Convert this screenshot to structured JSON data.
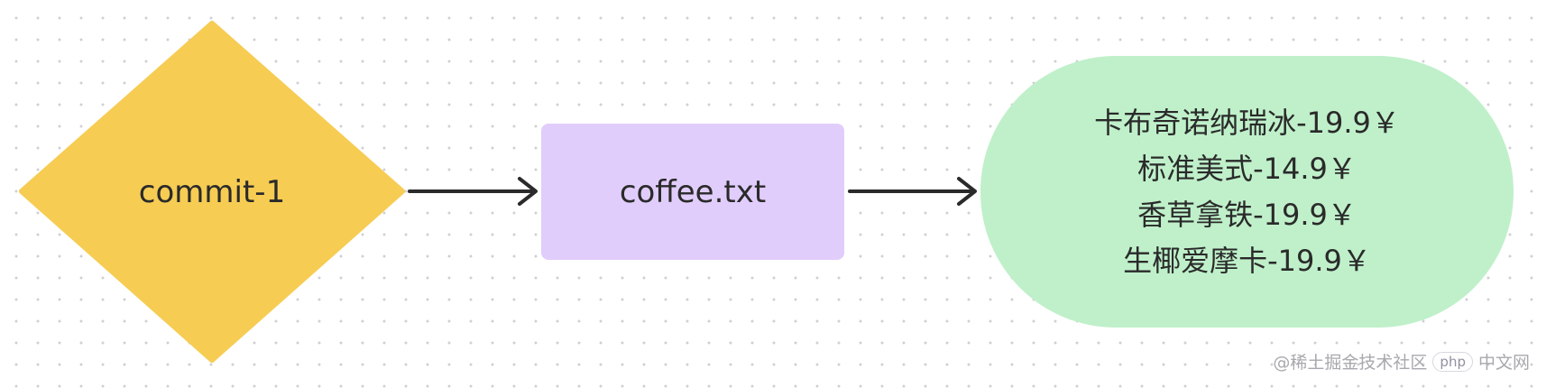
{
  "nodes": {
    "commit": {
      "label": "commit-1",
      "shape": "diamond",
      "color": "#f6cc53"
    },
    "file": {
      "label": "coffee.txt",
      "shape": "rectangle",
      "color": "#e1cdfb"
    },
    "content": {
      "shape": "pill",
      "color": "#bff0ca",
      "lines": [
        "卡布奇诺纳瑞冰-19.9￥",
        "标准美式-14.9￥",
        "香草拿铁-19.9￥",
        "生椰爱摩卡-19.9￥"
      ]
    }
  },
  "edges": [
    {
      "from": "commit",
      "to": "file"
    },
    {
      "from": "file",
      "to": "content"
    }
  ],
  "watermark": {
    "text": "@稀土掘金技术社区",
    "badge": "php",
    "badge_suffix": "中文网"
  },
  "colors": {
    "edge": "#2a2a2a",
    "text": "#2a2a2a",
    "grid_dot": "#cfcfd4"
  }
}
